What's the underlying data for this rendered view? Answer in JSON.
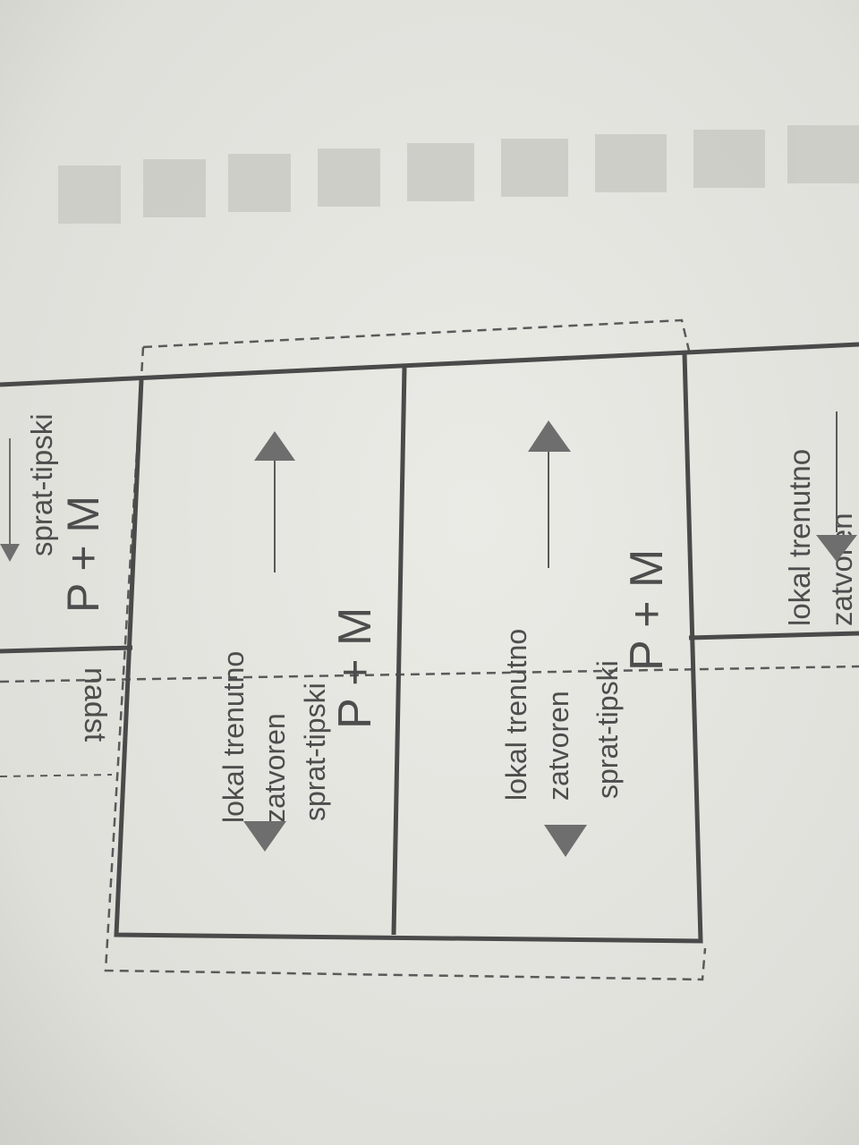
{
  "legend_label": "nadst",
  "left_unit": {
    "type_label": "sprat-tipski",
    "floors_label": "P + M"
  },
  "unit_upper": {
    "status_line1": "lokal trenutno",
    "status_line2": "zatvoren",
    "type_label": "sprat-tipski",
    "floors_label": "P + M"
  },
  "unit_lower": {
    "status_line1": "lokal trenutno",
    "status_line2": "zatvoren",
    "type_label": "sprat-tipski",
    "floors_label": "P + M"
  },
  "right_unit": {
    "status_line1": "lokal trenutno",
    "status_line2": "zatvoren"
  },
  "colors": {
    "paper": "#e6e6e1",
    "line": "#4a4a4a",
    "text": "#4d4d4d",
    "arrow": "#6e6e6e"
  }
}
